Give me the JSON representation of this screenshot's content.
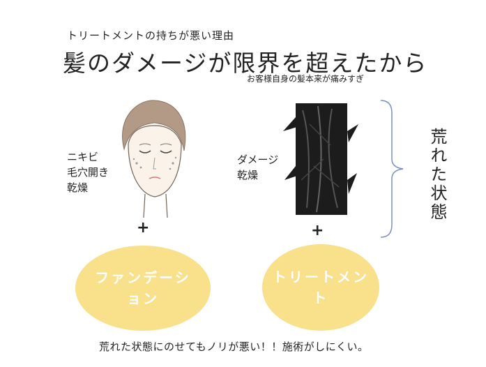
{
  "subtitle": "トリートメントの持ちが悪い理由",
  "title": "髪のダメージが限界を超えたから",
  "note": "お客様自身の髪本来が痛みすぎ",
  "face_labels": [
    "ニキビ",
    "毛穴開き",
    "乾燥"
  ],
  "hair_labels": [
    "ダメージ",
    "乾燥"
  ],
  "bracket_label": "荒れた状態",
  "plus": "+",
  "oval_left": "ファンデーション",
  "oval_right": "トリートメント",
  "footer": "荒れた状態にのせてもノリが悪い！！施術がしにくい。",
  "colors": {
    "oval": "#f9e08b",
    "bracket": "#7a8fbf",
    "hair": "#1c1c1c"
  }
}
